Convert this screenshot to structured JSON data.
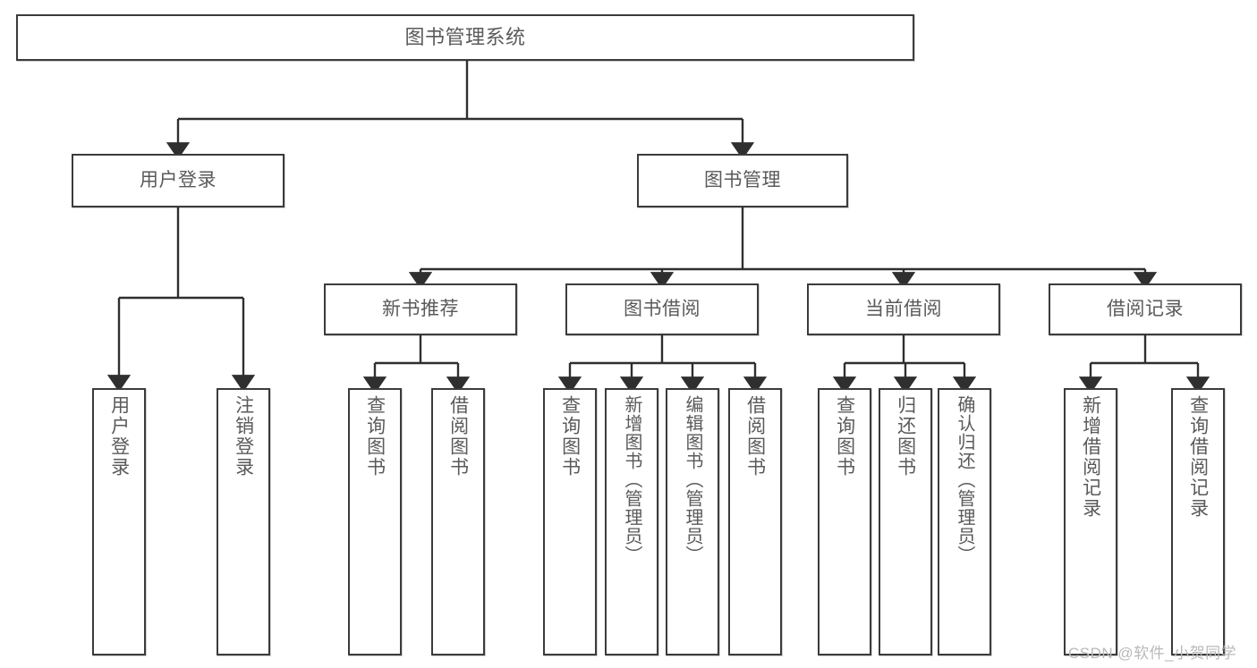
{
  "diagram": {
    "title": "图书管理系统",
    "type": "tree-hierarchy",
    "nodes": {
      "root": {
        "label": "图书管理系统"
      },
      "level1": [
        {
          "id": "user-login",
          "label": "用户登录"
        },
        {
          "id": "book-management",
          "label": "图书管理"
        }
      ],
      "level2": [
        {
          "id": "new-book-recommend",
          "label": "新书推荐"
        },
        {
          "id": "book-borrow",
          "label": "图书借阅"
        },
        {
          "id": "current-borrow",
          "label": "当前借阅"
        },
        {
          "id": "borrow-record",
          "label": "借阅记录"
        }
      ],
      "leaves": {
        "user_login": [
          {
            "id": "leaf-user-login",
            "label": "用户登录"
          },
          {
            "id": "leaf-logout-login",
            "label": "注销登录"
          }
        ],
        "new_book_recommend": [
          {
            "id": "leaf-query-book-1",
            "label": "查询图书"
          },
          {
            "id": "leaf-borrow-book-1",
            "label": "借阅图书"
          }
        ],
        "book_borrow": [
          {
            "id": "leaf-query-book-2",
            "label": "查询图书"
          },
          {
            "id": "leaf-add-book",
            "label": "新增图书（管理员）"
          },
          {
            "id": "leaf-edit-book",
            "label": "编辑图书（管理员）"
          },
          {
            "id": "leaf-borrow-book-2",
            "label": "借阅图书"
          }
        ],
        "current_borrow": [
          {
            "id": "leaf-query-book-3",
            "label": "查询图书"
          },
          {
            "id": "leaf-return-book",
            "label": "归还图书"
          },
          {
            "id": "leaf-confirm-return",
            "label": "确认归还（管理员）"
          }
        ],
        "borrow_record": [
          {
            "id": "leaf-add-borrow-record",
            "label": "新增借阅记录"
          },
          {
            "id": "leaf-query-borrow-record",
            "label": "查询借阅记录"
          }
        ]
      }
    },
    "watermark": "CSDN @软件_小贺同学",
    "colors": {
      "border": "#3b3b3b",
      "text": "#5a5a5a",
      "background": "#ffffff",
      "connector": "#2f2f2f",
      "watermark": "#b9b9b9"
    }
  }
}
